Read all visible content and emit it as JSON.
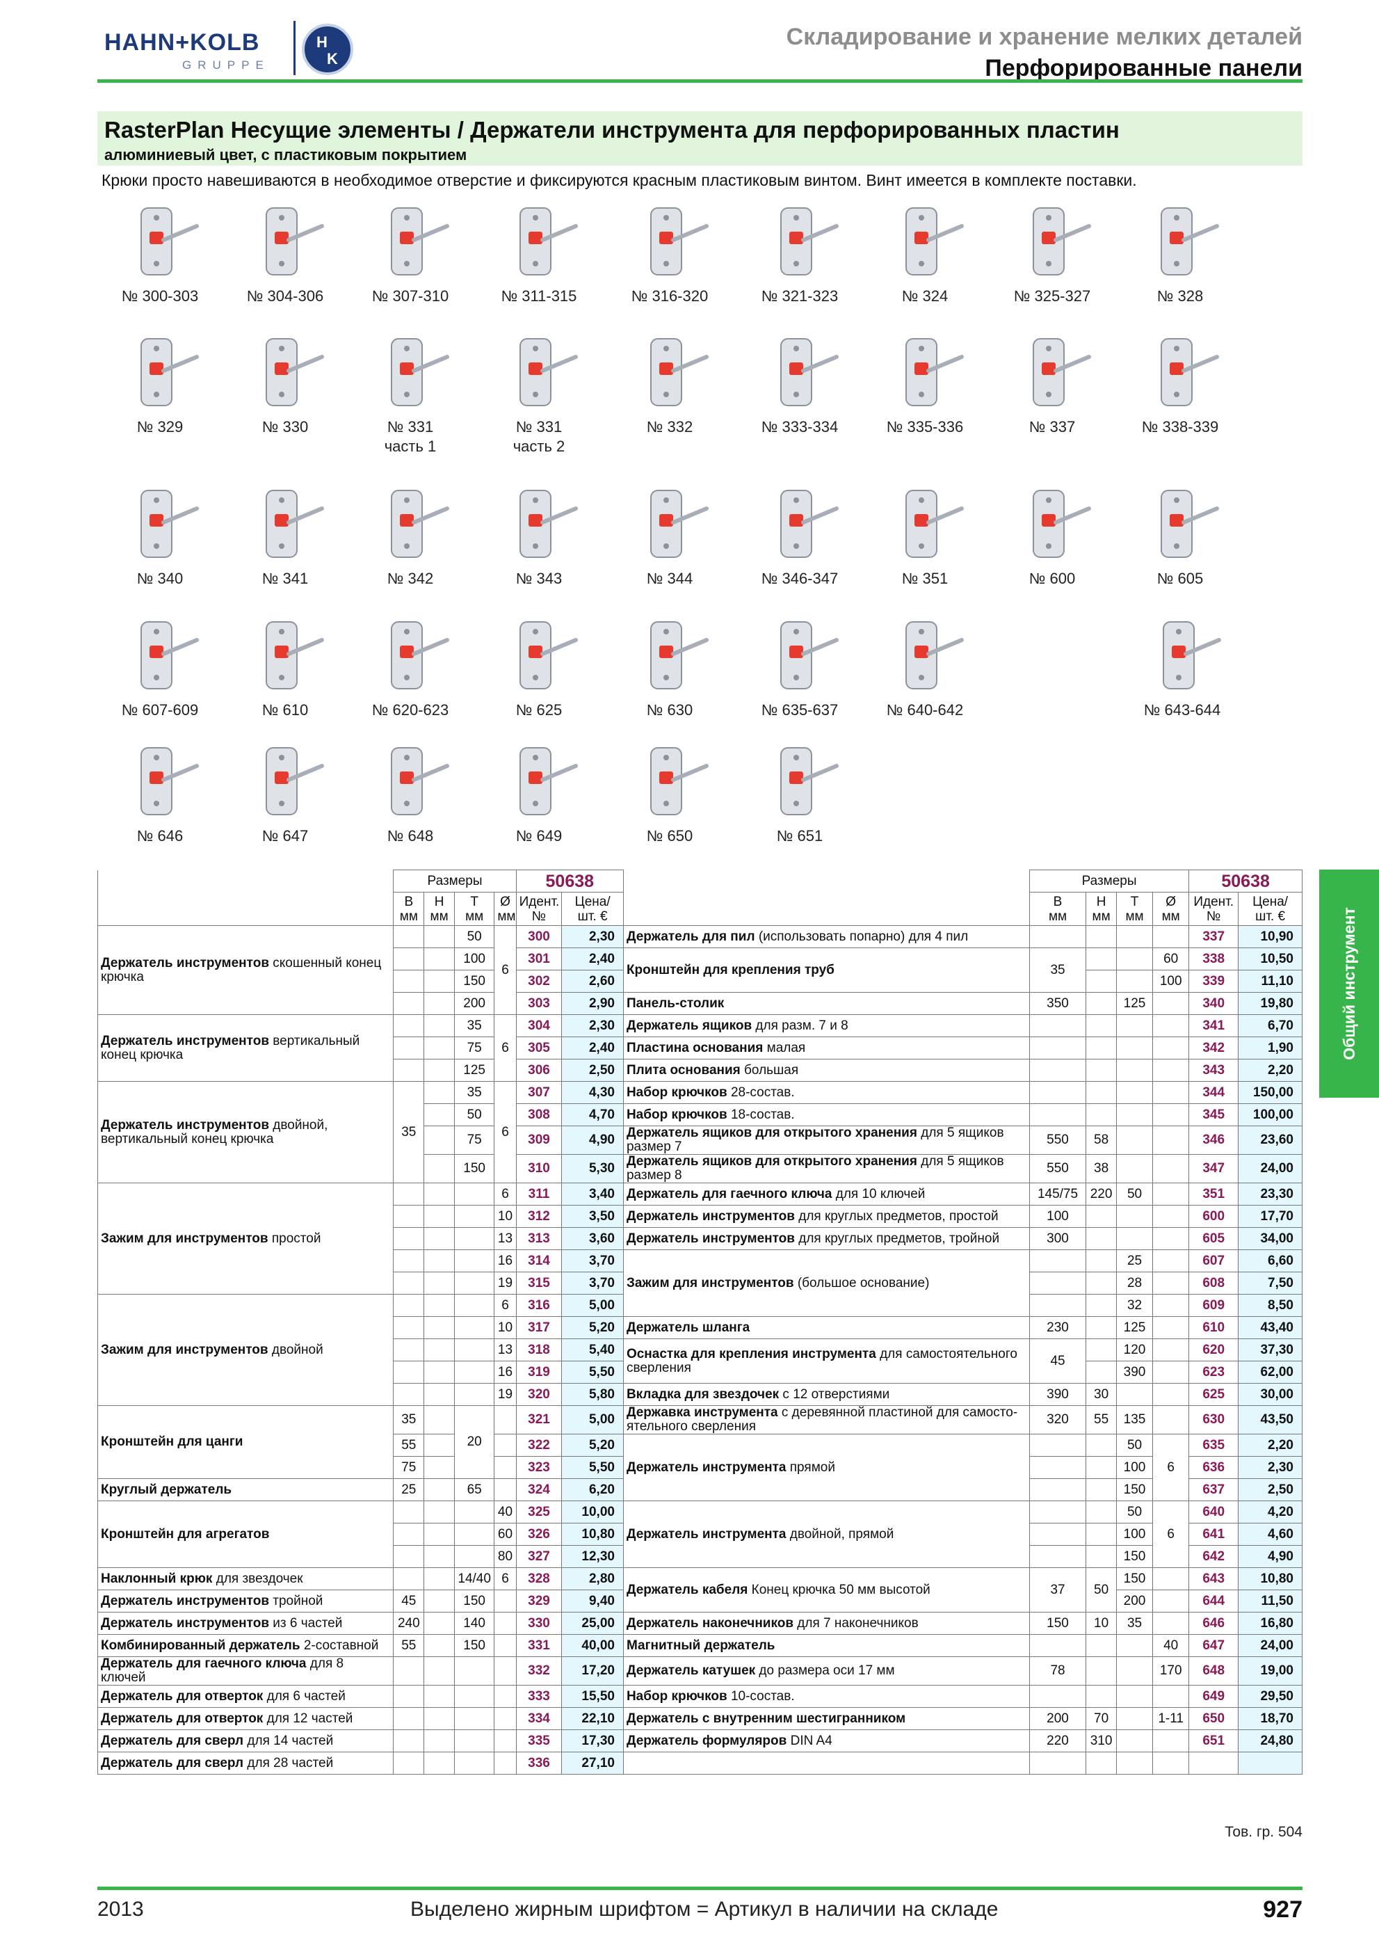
{
  "brand": {
    "name": "HAHN+KOLB",
    "sub": "GRUPPE",
    "badge": [
      "H",
      "K"
    ]
  },
  "header": {
    "category": "Складирование и хранение мелких деталей",
    "subcategory": "Перфорированные панели"
  },
  "title": {
    "main": "RasterPlan Несущие элементы / Держатели инструмента для перфорированных пластин",
    "sub": "алюминиевый цвет, с пластиковым покрытием"
  },
  "intro": "Крюки просто навешиваются в необходимое отверстие и фиксируются красным пластиковым винтом. Винт имеется в комплекте поставки.",
  "product_rows": [
    [
      {
        "label": "№ 300-303",
        "icon": "hook-straight"
      },
      {
        "label": "№ 304-306",
        "icon": "hook-vertical"
      },
      {
        "label": "№ 307-310",
        "icon": "hook-double"
      },
      {
        "label": "№ 311-315",
        "icon": "clamp-simple"
      },
      {
        "label": "№ 316-320",
        "icon": "clamp-double"
      },
      {
        "label": "№ 321-323",
        "icon": "bracket-pliers"
      },
      {
        "label": "№ 324",
        "icon": "round-holder"
      },
      {
        "label": "№ 325-327",
        "icon": "ring-holder"
      },
      {
        "label": "№ 328",
        "icon": "inclined-hook"
      }
    ],
    [
      {
        "label": "№ 329",
        "icon": "triple-holder"
      },
      {
        "label": "№ 330",
        "icon": "six-holder"
      },
      {
        "label": "№ 331",
        "label2": "часть 1",
        "icon": "combo-holder"
      },
      {
        "label": "№ 331",
        "label2": "часть 2",
        "icon": "combo-tray"
      },
      {
        "label": "№ 332",
        "icon": "wrench-holder"
      },
      {
        "label": "№ 333-334",
        "icon": "screwdriver-holder"
      },
      {
        "label": "№ 335-336",
        "icon": "drill-holder"
      },
      {
        "label": "№ 337",
        "icon": "saw-holder"
      },
      {
        "label": "№ 338-339",
        "icon": "pipe-bracket"
      }
    ],
    [
      {
        "label": "№ 340",
        "icon": "panel-table"
      },
      {
        "label": "№ 341",
        "icon": "drawer-holder"
      },
      {
        "label": "№ 342",
        "icon": "base-plate-small"
      },
      {
        "label": "№ 343",
        "icon": "base-plate-large"
      },
      {
        "label": "№ 344",
        "icon": "hook-set"
      },
      {
        "label": "№ 346-347",
        "icon": "open-storage"
      },
      {
        "label": "№ 351",
        "icon": "spanner-holder"
      },
      {
        "label": "№ 600",
        "icon": "round-items-holder"
      },
      {
        "label": "№ 605",
        "icon": "round-items-triple"
      }
    ],
    [
      {
        "label": "№ 607-609",
        "icon": "large-clamp"
      },
      {
        "label": "№ 610",
        "icon": "hose-holder"
      },
      {
        "label": "№ 620-623",
        "icon": "drilling-fixture"
      },
      {
        "label": "№ 625",
        "icon": "socket-insert"
      },
      {
        "label": "№ 630",
        "icon": "wood-plate-holder"
      },
      {
        "label": "№ 635-637",
        "icon": "straight-holder"
      },
      {
        "label": "№ 640-642",
        "icon": "double-straight"
      },
      {
        "label": "№ 643-644",
        "icon": "cable-holder"
      }
    ],
    [
      {
        "label": "№ 646",
        "icon": "bit-holder"
      },
      {
        "label": "№ 647",
        "icon": "magnetic-holder"
      },
      {
        "label": "№ 648",
        "icon": "reel-holder"
      },
      {
        "label": "№ 649",
        "icon": "hook-set-10"
      },
      {
        "label": "№ 650",
        "icon": "hex-holder"
      },
      {
        "label": "№ 651",
        "icon": "form-holder"
      }
    ]
  ],
  "table": {
    "sizes_label": "Размеры",
    "article_group": "50638",
    "col_b": "В",
    "col_h": "Н",
    "col_t": "Т",
    "col_d": "Ø",
    "unit": "мм",
    "col_id": "Идент. №",
    "col_price": "Цена/ шт. €",
    "left": [
      {
        "bold": "Держатель инструментов",
        "normal": " скошенный конец крючка",
        "rows": [
          {
            "t": "50",
            "id": "300",
            "price": "2,30"
          },
          {
            "t": "100",
            "id": "301",
            "price": "2,40"
          },
          {
            "t": "150",
            "id": "302",
            "price": "2,60"
          },
          {
            "t": "200",
            "id": "303",
            "price": "2,90"
          }
        ],
        "d": "6"
      },
      {
        "bold": "Держатель инструментов",
        "normal": " вертикальный конец крючка",
        "rows": [
          {
            "t": "35",
            "id": "304",
            "price": "2,30"
          },
          {
            "t": "75",
            "id": "305",
            "price": "2,40"
          },
          {
            "t": "125",
            "id": "306",
            "price": "2,50"
          }
        ],
        "d": "6"
      },
      {
        "bold": "Держатель инструментов",
        "normal": " двойной, вертикальный конец крючка",
        "b": "35",
        "d": "6",
        "rows": [
          {
            "t": "35",
            "id": "307",
            "price": "4,30"
          },
          {
            "t": "50",
            "id": "308",
            "price": "4,70"
          },
          {
            "t": "75",
            "id": "309",
            "price": "4,90"
          },
          {
            "t": "150",
            "id": "310",
            "price": "5,30"
          }
        ]
      },
      {
        "bold": "Зажим для инструментов",
        "normal": " простой",
        "rows": [
          {
            "d": "6",
            "id": "311",
            "price": "3,40"
          },
          {
            "d": "10",
            "id": "312",
            "price": "3,50"
          },
          {
            "d": "13",
            "id": "313",
            "price": "3,60"
          },
          {
            "d": "16",
            "id": "314",
            "price": "3,70"
          },
          {
            "d": "19",
            "id": "315",
            "price": "3,70"
          }
        ]
      },
      {
        "bold": "Зажим для инструментов",
        "normal": " двойной",
        "rows": [
          {
            "d": "6",
            "id": "316",
            "price": "5,00"
          },
          {
            "d": "10",
            "id": "317",
            "price": "5,20"
          },
          {
            "d": "13",
            "id": "318",
            "price": "5,40"
          },
          {
            "d": "16",
            "id": "319",
            "price": "5,50"
          },
          {
            "d": "19",
            "id": "320",
            "price": "5,80"
          }
        ]
      },
      {
        "bold": "Кронштейн для цанги",
        "normal": "",
        "t": "20",
        "rows": [
          {
            "b": "35",
            "id": "321",
            "price": "5,00"
          },
          {
            "b": "55",
            "id": "322",
            "price": "5,20"
          },
          {
            "b": "75",
            "id": "323",
            "price": "5,50"
          }
        ]
      },
      {
        "bold": "Круглый держатель",
        "normal": "",
        "rows": [
          {
            "b": "25",
            "t": "65",
            "id": "324",
            "price": "6,20"
          }
        ]
      },
      {
        "bold": "Кронштейн для агрегатов",
        "normal": "",
        "rows": [
          {
            "d": "40",
            "id": "325",
            "price": "10,00"
          },
          {
            "d": "60",
            "id": "326",
            "price": "10,80"
          },
          {
            "d": "80",
            "id": "327",
            "price": "12,30"
          }
        ]
      },
      {
        "bold": "Наклонный крюк",
        "normal": " для звездочек",
        "rows": [
          {
            "t": "14/40",
            "d": "6",
            "id": "328",
            "price": "2,80"
          }
        ]
      },
      {
        "bold": "Держатель инструментов",
        "normal": " тройной",
        "rows": [
          {
            "b": "45",
            "t": "150",
            "id": "329",
            "price": "9,40"
          }
        ]
      },
      {
        "bold": "Держатель инструментов",
        "normal": " из 6 частей",
        "rows": [
          {
            "b": "240",
            "t": "140",
            "id": "330",
            "price": "25,00"
          }
        ]
      },
      {
        "bold": "Комбинированный держатель",
        "normal": " 2-составной",
        "rows": [
          {
            "b": "55",
            "t": "150",
            "id": "331",
            "price": "40,00"
          }
        ]
      },
      {
        "bold": "Держатель для гаечного ключа",
        "normal": " для 8 ключей",
        "rows": [
          {
            "id": "332",
            "price": "17,20"
          }
        ]
      },
      {
        "bold": "Держатель для отверток",
        "normal": " для  6 частей",
        "rows": [
          {
            "id": "333",
            "price": "15,50"
          }
        ]
      },
      {
        "bold": "Держатель для отверток",
        "normal": " для  12 частей",
        "rows": [
          {
            "id": "334",
            "price": "22,10"
          }
        ]
      },
      {
        "bold": "Держатель для сверл",
        "normal": " для  14 частей",
        "rows": [
          {
            "id": "335",
            "price": "17,30"
          }
        ]
      },
      {
        "bold": "Держатель для сверл",
        "normal": " для  28 частей",
        "rows": [
          {
            "id": "336",
            "price": "27,10"
          }
        ]
      }
    ],
    "right": [
      {
        "bold": "Держатель для пил",
        "normal": " (использовать попарно) для 4 пил",
        "rows": [
          {
            "id": "337",
            "price": "10,90"
          }
        ]
      },
      {
        "bold": "Кронштейн для крепления труб",
        "normal": "",
        "b": "35",
        "rows": [
          {
            "d": "60",
            "id": "338",
            "price": "10,50"
          },
          {
            "d": "100",
            "id": "339",
            "price": "11,10"
          }
        ]
      },
      {
        "bold": "Панель-столик",
        "normal": "",
        "rows": [
          {
            "b": "350",
            "t": "125",
            "id": "340",
            "price": "19,80"
          }
        ]
      },
      {
        "bold": "Держатель ящиков",
        "normal": " для разм. 7 и 8",
        "rows": [
          {
            "id": "341",
            "price": "6,70"
          }
        ]
      },
      {
        "bold": "Пластина основания",
        "normal": " малая",
        "rows": [
          {
            "id": "342",
            "price": "1,90"
          }
        ]
      },
      {
        "bold": "Плита основания",
        "normal": " большая",
        "rows": [
          {
            "id": "343",
            "price": "2,20"
          }
        ]
      },
      {
        "bold": "Набор крючков",
        "normal": " 28-состав.",
        "rows": [
          {
            "id": "344",
            "price": "150,00"
          }
        ]
      },
      {
        "bold": "Набор крючков",
        "normal": " 18-состав.",
        "rows": [
          {
            "id": "345",
            "price": "100,00"
          }
        ]
      },
      {
        "bold": "Держатель ящиков для открытого хранения",
        "normal": " для 5 ящиков размер 7",
        "rows": [
          {
            "b": "550",
            "h": "58",
            "id": "346",
            "price": "23,60"
          }
        ]
      },
      {
        "bold": "Держатель ящиков для открытого хранения",
        "normal": " для 5 ящиков размер 8",
        "rows": [
          {
            "b": "550",
            "h": "38",
            "id": "347",
            "price": "24,00"
          }
        ]
      },
      {
        "bold": "Держатель для гаечного ключа",
        "normal": " для 10 ключей",
        "rows": [
          {
            "b": "145/75",
            "h": "220",
            "t": "50",
            "id": "351",
            "price": "23,30"
          }
        ]
      },
      {
        "bold": "Держатель инструментов",
        "normal": " для круглых предметов, простой",
        "rows": [
          {
            "b": "100",
            "id": "600",
            "price": "17,70"
          }
        ]
      },
      {
        "bold": "Держатель инструментов",
        "normal": " для круглых предметов, тройной",
        "rows": [
          {
            "b": "300",
            "id": "605",
            "price": "34,00"
          }
        ]
      },
      {
        "bold": "Зажим для инструментов",
        "normal": " (большое основание)",
        "rows": [
          {
            "t": "25",
            "id": "607",
            "price": "6,60"
          },
          {
            "t": "28",
            "id": "608",
            "price": "7,50"
          },
          {
            "t": "32",
            "id": "609",
            "price": "8,50"
          }
        ]
      },
      {
        "bold": "Держатель шланга",
        "normal": "",
        "rows": [
          {
            "b": "230",
            "t": "125",
            "id": "610",
            "price": "43,40"
          }
        ]
      },
      {
        "bold": "Оснастка для крепления инструмента",
        "normal": " для самостоятельного сверления",
        "b": "45",
        "rows": [
          {
            "t": "120",
            "id": "620",
            "price": "37,30"
          },
          {
            "t": "390",
            "id": "623",
            "price": "62,00"
          }
        ]
      },
      {
        "bold": "Вкладка для звездочек",
        "normal": " с 12 отверстиями",
        "rows": [
          {
            "b": "390",
            "h": "30",
            "id": "625",
            "price": "30,00"
          }
        ]
      },
      {
        "bold": "Державка инструмента",
        "normal": " с деревянной пластиной для самосто- ятельного сверления",
        "rows": [
          {
            "b": "320",
            "h": "55",
            "t": "135",
            "id": "630",
            "price": "43,50"
          }
        ]
      },
      {
        "bold": "Держатель инструмента",
        "normal": " прямой",
        "d": "6",
        "rows": [
          {
            "t": "50",
            "id": "635",
            "price": "2,20"
          },
          {
            "t": "100",
            "id": "636",
            "price": "2,30"
          },
          {
            "t": "150",
            "id": "637",
            "price": "2,50"
          }
        ]
      },
      {
        "bold": "Держатель инструмента",
        "normal": " двойной, прямой",
        "d": "6",
        "rows": [
          {
            "t": "50",
            "id": "640",
            "price": "4,20"
          },
          {
            "t": "100",
            "id": "641",
            "price": "4,60"
          },
          {
            "t": "150",
            "id": "642",
            "price": "4,90"
          }
        ]
      },
      {
        "bold": "Держатель кабеля",
        "normal": " Конец крючка 50 мм высотой",
        "b": "37",
        "h": "50",
        "rows": [
          {
            "t": "150",
            "id": "643",
            "price": "10,80"
          },
          {
            "t": "200",
            "id": "644",
            "price": "11,50"
          }
        ]
      },
      {
        "bold": "Держатель наконечников",
        "normal": " для 7 наконечников",
        "rows": [
          {
            "b": "150",
            "h": "10",
            "t": "35",
            "id": "646",
            "price": "16,80"
          }
        ]
      },
      {
        "bold": "Магнитный держатель",
        "normal": "",
        "rows": [
          {
            "d": "40",
            "id": "647",
            "price": "24,00"
          }
        ]
      },
      {
        "bold": "Держатель катушек",
        "normal": " до размера оси 17 мм",
        "rows": [
          {
            "b": "78",
            "d": "170",
            "id": "648",
            "price": "19,00"
          }
        ]
      },
      {
        "bold": "Набор крючков",
        "normal": " 10-состав.",
        "rows": [
          {
            "id": "649",
            "price": "29,50"
          }
        ]
      },
      {
        "bold": "Держатель с внутренним шестигранником",
        "normal": "",
        "rows": [
          {
            "b": "200",
            "h": "70",
            "d": "1-11",
            "id": "650",
            "price": "18,70"
          }
        ]
      },
      {
        "bold": "Держатель формуляров",
        "normal": " DIN A4",
        "rows": [
          {
            "b": "220",
            "h": "310",
            "id": "651",
            "price": "24,80"
          }
        ]
      }
    ]
  },
  "side_tab": "Общий инструмент",
  "tov_group": "Тов. гр. 504",
  "footer": {
    "year": "2013",
    "note": "Выделено жирным шрифтом = Артикул в наличии на складе",
    "page": "927"
  },
  "colors": {
    "accent": "#38b54a",
    "brand": "#1d3a7a",
    "id": "#8a1a57",
    "price_bg": "#e3f7fc",
    "title_bg": "#e0f5dc"
  }
}
